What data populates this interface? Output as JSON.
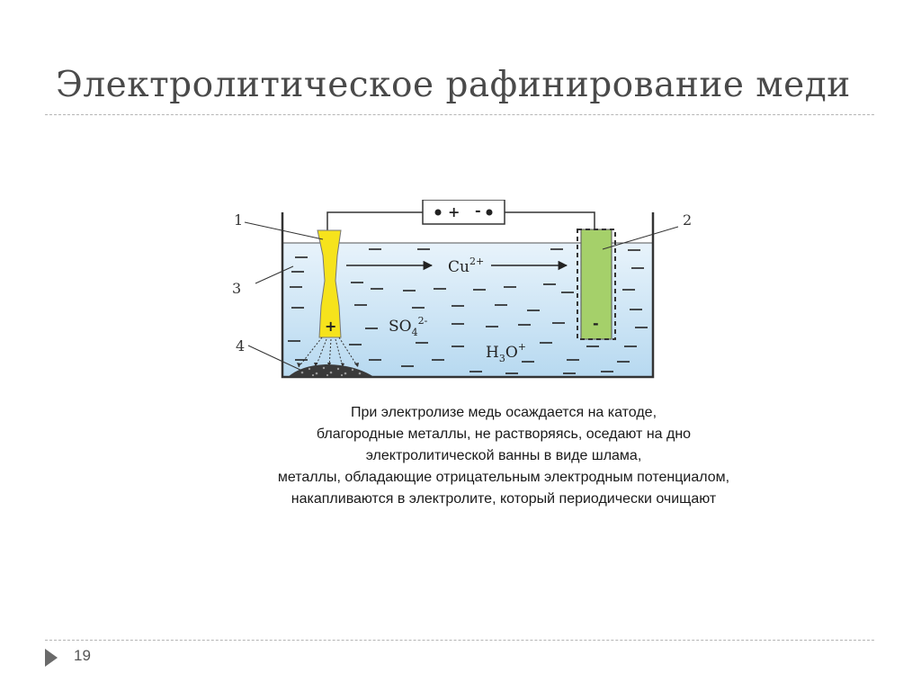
{
  "slide": {
    "title": "Электролитическое рафинирование меди",
    "page_number": "19"
  },
  "diagram": {
    "labels": {
      "one": "1",
      "two": "2",
      "three": "3",
      "four": "4",
      "plus": "+",
      "minus": "-",
      "anode_sign": "+",
      "cathode_sign": "-"
    },
    "ions": {
      "cu_base": "Cu",
      "cu_sup": "2+",
      "so_base": "SO",
      "so_sub": "4",
      "so_sup": "2-",
      "h_base": "H",
      "h_sub": "3",
      "h_base2": "O",
      "h_sup": "+"
    },
    "colors": {
      "electrolyte": "#c9e3f4",
      "anode": "#f6e31c",
      "cathode": "#a5d06a",
      "sludge": "#3a3a3a"
    }
  },
  "caption": {
    "lines": [
      "При электролизе медь осаждается на катоде,",
      "благородные металлы, не растворяясь, оседают на дно",
      "электролитической ванны в виде шлама,",
      "металлы, обладающие отрицательным электродным потенциалом,",
      "накапливаются в электролите, который периодически очищают"
    ]
  }
}
